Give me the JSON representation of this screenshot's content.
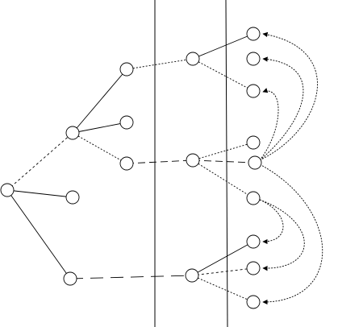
{
  "diagram": {
    "node_count": 19,
    "divider_count": 2,
    "edge_styles": [
      "solid",
      "dotted",
      "dashed",
      "curved-arrow"
    ],
    "colors": {
      "stroke": "#000000",
      "node_fill": "#ffffff",
      "background": "#ffffff"
    }
  }
}
